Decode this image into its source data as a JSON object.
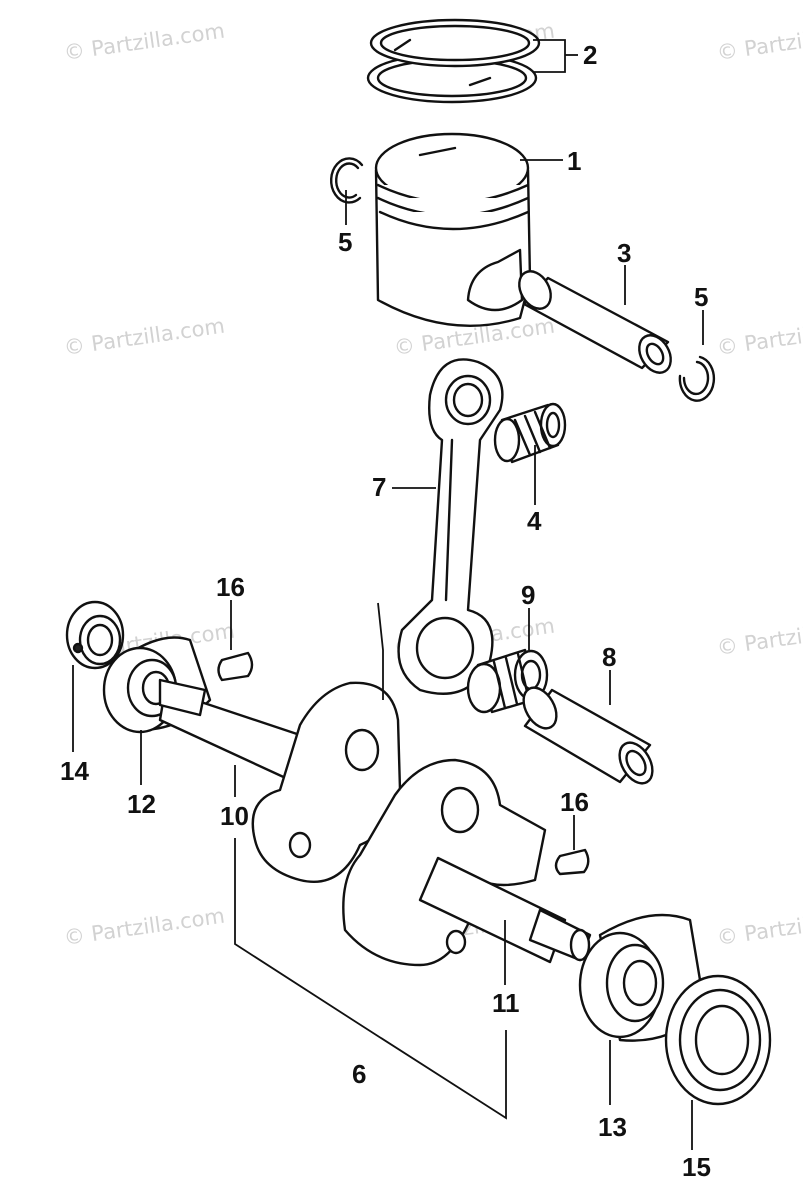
{
  "watermark": "© Partzilla.com",
  "diagram": {
    "callouts": {
      "c1": "1",
      "c2": "2",
      "c3": "3",
      "c4": "4",
      "c5a": "5",
      "c5b": "5",
      "c6": "6",
      "c7": "7",
      "c8": "8",
      "c9": "9",
      "c10": "10",
      "c11": "11",
      "c12": "12",
      "c13": "13",
      "c14": "14",
      "c15": "15",
      "c16a": "16",
      "c16b": "16"
    }
  }
}
